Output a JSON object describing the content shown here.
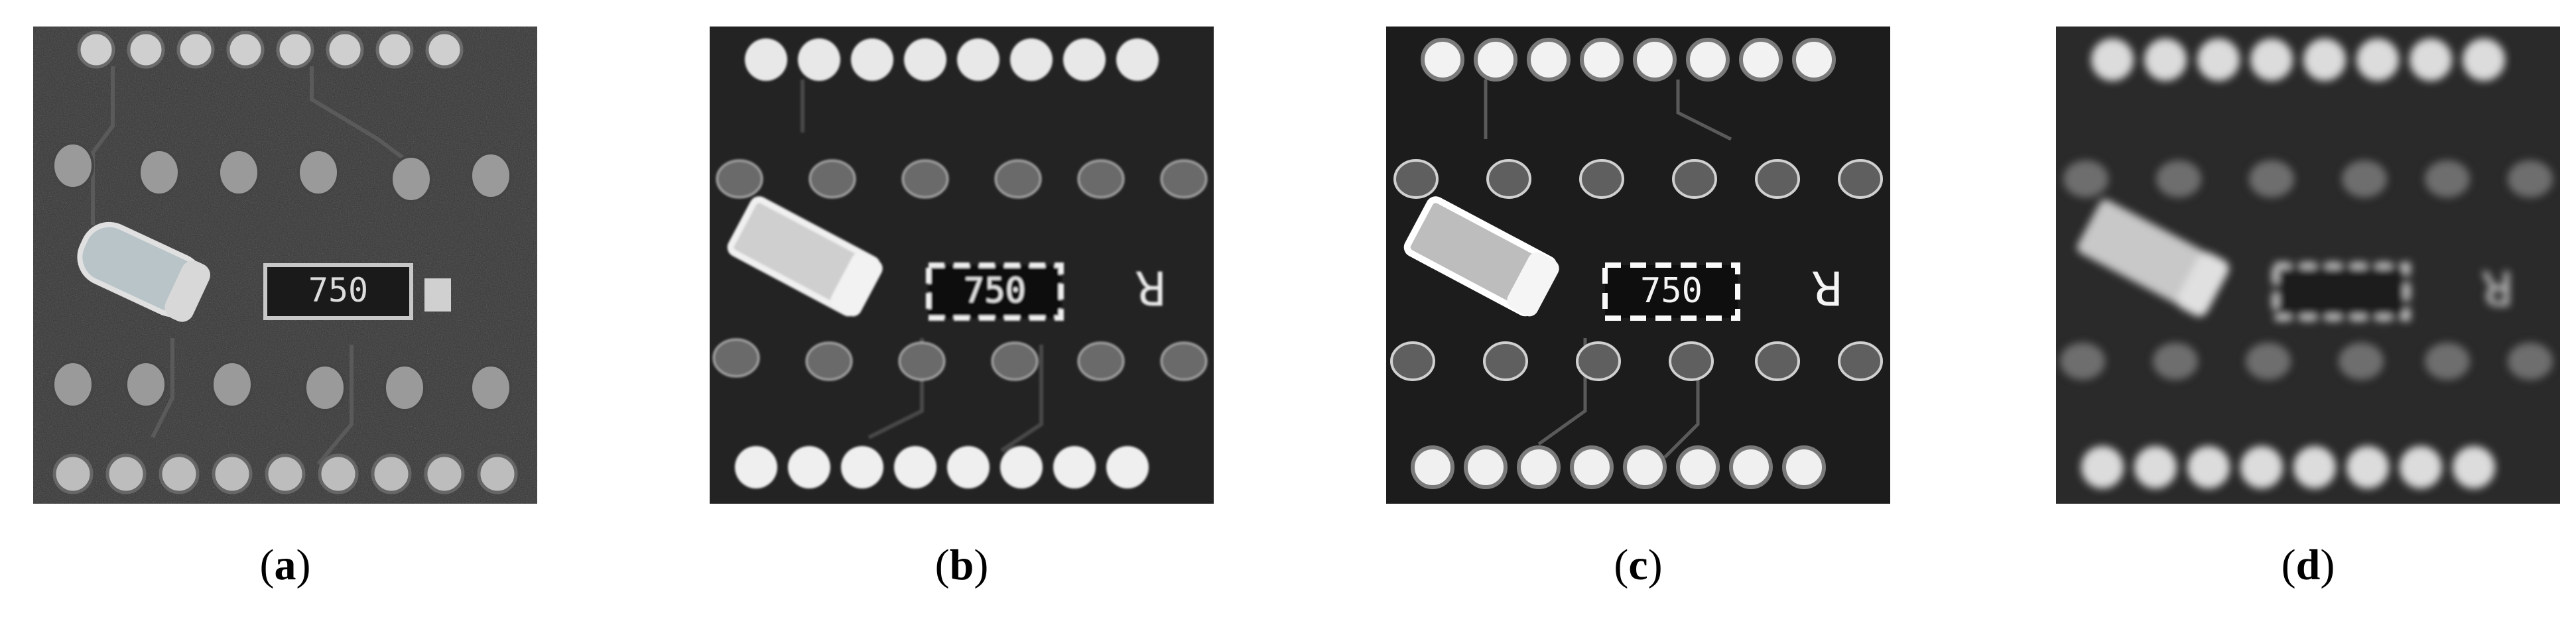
{
  "panels": [
    {
      "id": "a",
      "label": "a",
      "marking": "750",
      "ref": "",
      "variant": "raw"
    },
    {
      "id": "b",
      "label": "b",
      "marking": "750",
      "ref": "R",
      "variant": "smooth"
    },
    {
      "id": "c",
      "label": "c",
      "marking": "750",
      "ref": "R",
      "variant": "sharp"
    },
    {
      "id": "d",
      "label": "d",
      "marking": "",
      "ref": "R",
      "variant": "blur"
    }
  ],
  "colors": {
    "board_raw": "#2e2e2e",
    "board_smooth": "#232323",
    "board_sharp": "#1c1c1c",
    "board_blur": "#2a2a2a",
    "pad": "#e6e6e6",
    "pad_ring": "#8a8a8a",
    "trace": "#555555"
  },
  "icons": [
    "pcb-board-image",
    "smd-resistor-array",
    "capacitor-component",
    "solder-pad"
  ]
}
